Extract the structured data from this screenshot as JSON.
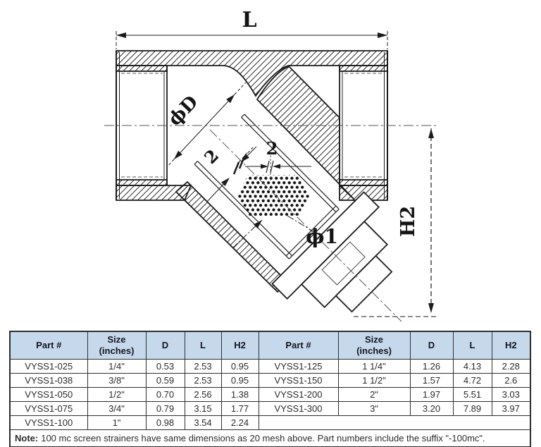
{
  "drawing": {
    "dim_length": "L",
    "dim_bore_diameter": "ϕD",
    "dim_mesh_pitch_diagonal": "2",
    "dim_mesh_pitch_horizontal": "2",
    "dim_screen_hole_diameter": "ϕ1",
    "dim_height": "H2"
  },
  "table": {
    "headers": [
      "Part #",
      "Size\n(inches)",
      "D",
      "L",
      "H2",
      "Part #",
      "Size\n(inches)",
      "D",
      "L",
      "H2"
    ],
    "rows": [
      [
        "VYSS1-025",
        "1/4\"",
        "0.53",
        "2.53",
        "0.95",
        "VYSS1-125",
        "1 1/4\"",
        "1.26",
        "4.13",
        "2.28"
      ],
      [
        "VYSS1-038",
        "3/8\"",
        "0.59",
        "2.53",
        "0.95",
        "VYSS1-150",
        "1 1/2\"",
        "1.57",
        "4.72",
        "2.6"
      ],
      [
        "VYSS1-050",
        "1/2\"",
        "0.70",
        "2.56",
        "1.38",
        "VYSS1-200",
        "2\"",
        "1.97",
        "5.51",
        "3.03"
      ],
      [
        "VYSS1-075",
        "3/4\"",
        "0.79",
        "3.15",
        "1.77",
        "VYSS1-300",
        "3\"",
        "3.20",
        "7.89",
        "3.97"
      ],
      [
        "VYSS1-100",
        "1\"",
        "0.98",
        "3.54",
        "2.24",
        null,
        null,
        null,
        null,
        null
      ]
    ],
    "note_prefix": "Note:",
    "note_text": "100 mc screen strainers have same dimensions as 20 mesh above. Part numbers include the suffix \"-100mc\"."
  },
  "colors": {
    "header_bg": "#c6d9ec",
    "line_color": "#1b1b1b",
    "table_border": "#2e2e2e"
  }
}
